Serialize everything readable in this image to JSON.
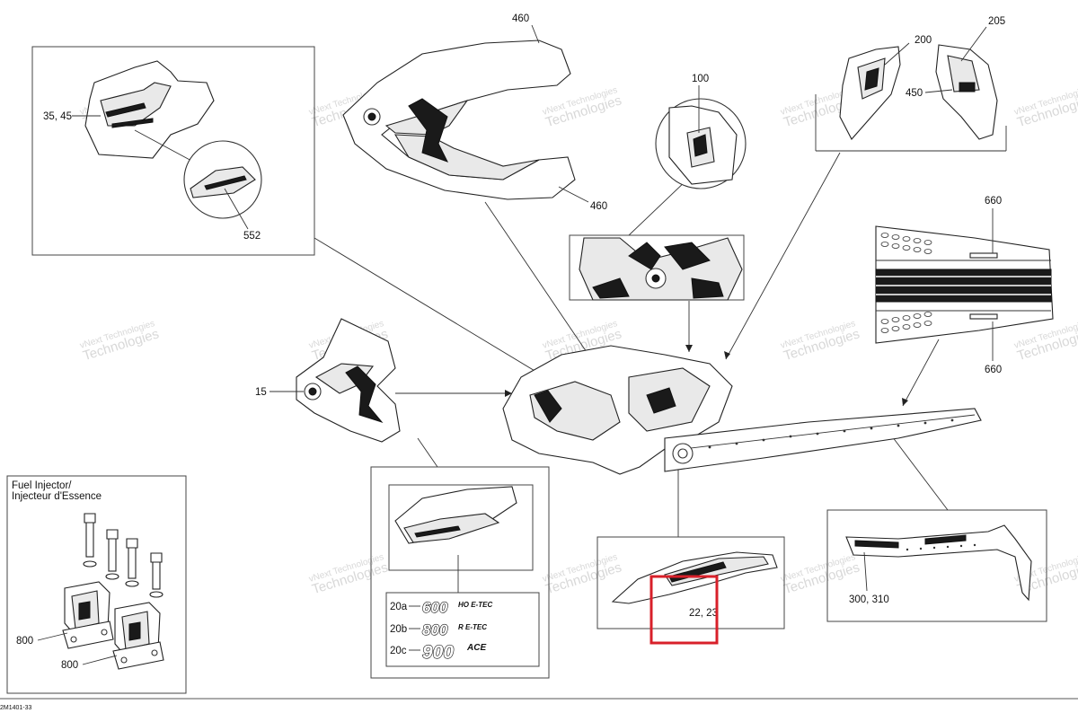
{
  "diagram_code": "2M1401-33",
  "callouts": {
    "c460_top": "460",
    "c460_bottom": "460",
    "c100": "100",
    "c200": "200",
    "c205": "205",
    "c450": "450",
    "c35_45": "35, 45",
    "c552": "552",
    "c660_top": "660",
    "c660_bottom": "660",
    "c15": "15",
    "c20a": "20a",
    "c20b": "20b",
    "c20c": "20c",
    "c22_23": "22, 23",
    "c300_310": "300, 310",
    "c800_a": "800",
    "c800_b": "800"
  },
  "fuel_injector": {
    "title_en": "Fuel Injector/",
    "title_fr": "Injecteur d'Essence"
  },
  "emblems": {
    "e600": "600",
    "e600_suffix": "HO E-TEC",
    "e800": "800",
    "e800_suffix": "R E-TEC",
    "e900": "900",
    "e900_suffix": "ACE"
  },
  "watermark": {
    "line1": "vNext Technologies",
    "line2": "Technologies"
  },
  "colors": {
    "highlight": "#d8202a",
    "line": "#222222"
  }
}
